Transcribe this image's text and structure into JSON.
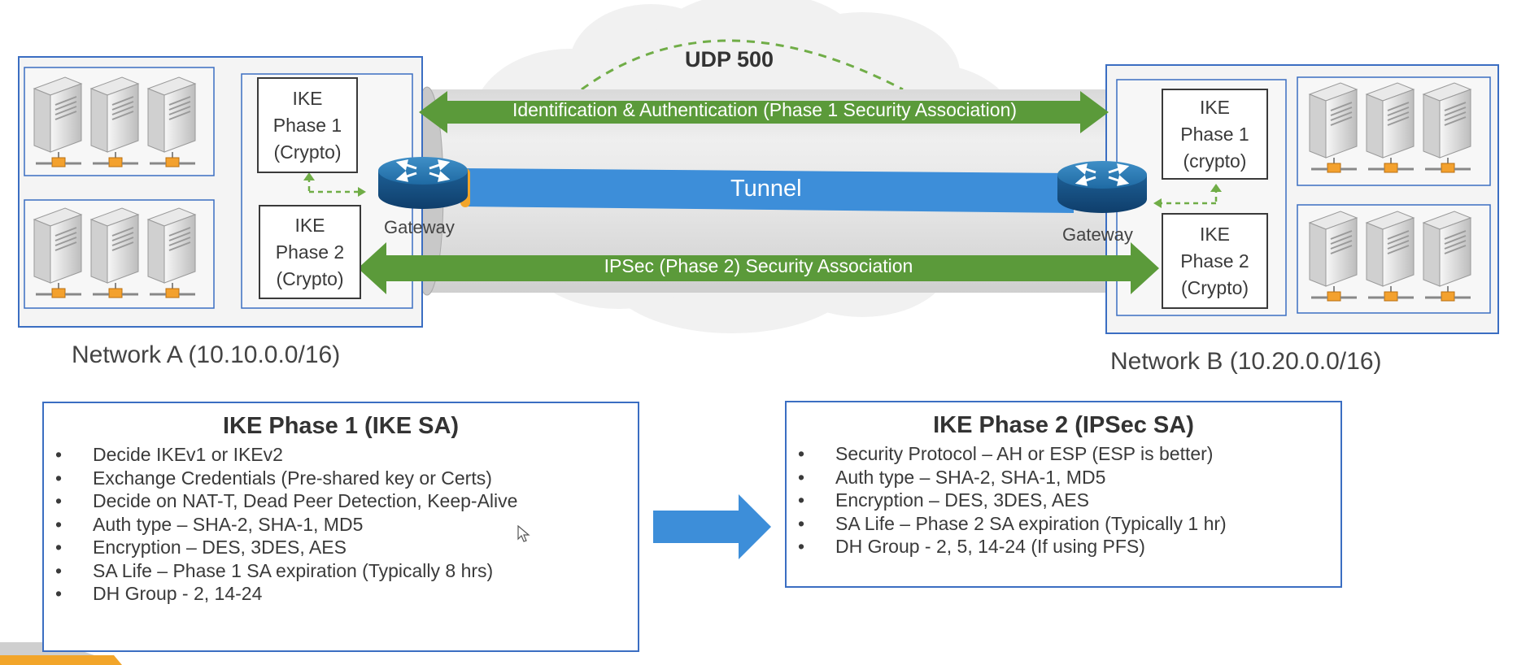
{
  "udp_label": "UDP 500",
  "phase1_arrow_label": "Identification & Authentication (Phase 1 Security Association)",
  "phase2_arrow_label": "IPSec (Phase 2) Security Association",
  "tunnel_label": "Tunnel",
  "gateway_label": "Gateway",
  "colors": {
    "arrow_green": "#5b9a3a",
    "tunnel_blue": "#3d8ed9",
    "box_blue": "#3b6ec2",
    "link_orange": "#f2a52a",
    "dashed_green": "#70ad47"
  },
  "network_a": {
    "label": "Network A (10.10.0.0/16)",
    "phase1_box": [
      "IKE",
      "Phase 1",
      "(Crypto)"
    ],
    "phase2_box": [
      "IKE",
      "Phase 2",
      "(Crypto)"
    ]
  },
  "network_b": {
    "label": "Network B (10.20.0.0/16)",
    "phase1_box": [
      "IKE",
      "Phase 1",
      "(crypto)"
    ],
    "phase2_box": [
      "IKE",
      "Phase 2",
      "(Crypto)"
    ]
  },
  "phase1_panel": {
    "title": "IKE Phase 1 (IKE SA)",
    "items": [
      "Decide IKEv1 or IKEv2",
      "Exchange Credentials (Pre-shared key or Certs)",
      "Decide on NAT-T, Dead Peer Detection, Keep-Alive",
      "Auth type – SHA-2, SHA-1, MD5",
      "Encryption – DES, 3DES, AES",
      "SA Life – Phase 1 SA expiration (Typically 8 hrs)",
      "DH Group - 2, 14-24"
    ]
  },
  "phase2_panel": {
    "title": "IKE Phase 2 (IPSec SA)",
    "items": [
      "Security Protocol – AH or ESP (ESP is better)",
      "Auth type – SHA-2, SHA-1, MD5",
      "Encryption – DES, 3DES, AES",
      "SA Life – Phase 2 SA expiration (Typically 1 hr)",
      "DH Group - 2, 5, 14-24 (If using PFS)"
    ]
  }
}
